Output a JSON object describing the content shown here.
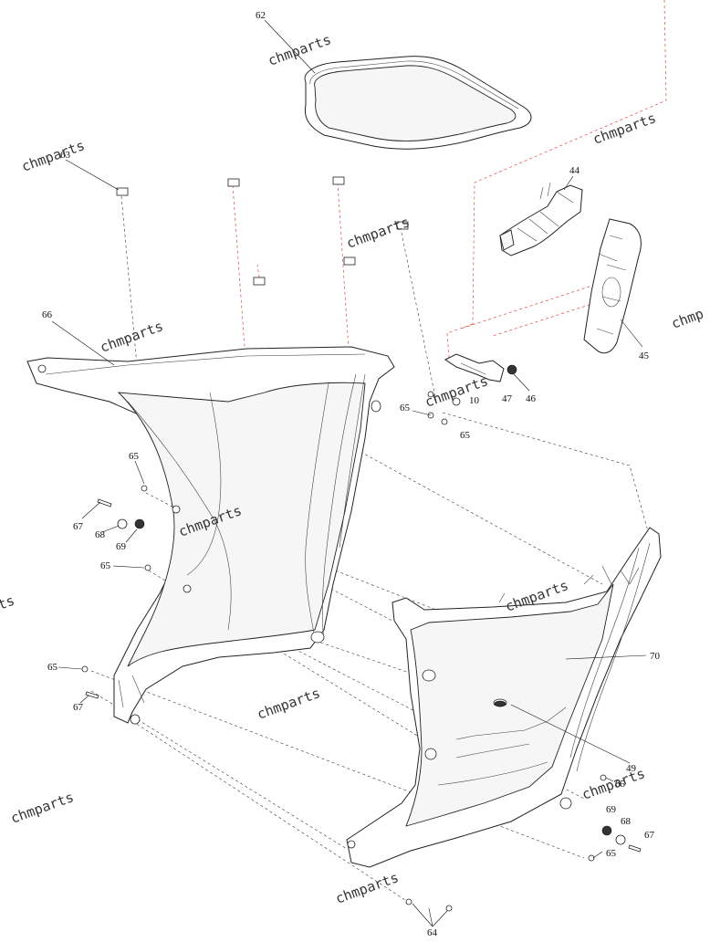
{
  "watermark": "chmparts",
  "watermark_partial": "chmp",
  "watermark_edge": "ts",
  "labels": {
    "p62": "62",
    "p63": "63",
    "p44": "44",
    "p45": "45",
    "p46": "46",
    "p47": "47",
    "p10": "10",
    "p66": "66",
    "p65a": "65",
    "p65b": "65",
    "p65c": "65",
    "p65d": "65",
    "p65e": "65",
    "p65f": "65",
    "p65g": "65",
    "p67a": "67",
    "p67b": "67",
    "p67c": "67",
    "p68a": "68",
    "p68b": "68",
    "p69a": "69",
    "p69b": "69",
    "p70": "70",
    "p49": "49",
    "p64": "64"
  },
  "colors": {
    "line": "#222222",
    "red_dash": "#e0443c",
    "watermark": "#333333"
  }
}
